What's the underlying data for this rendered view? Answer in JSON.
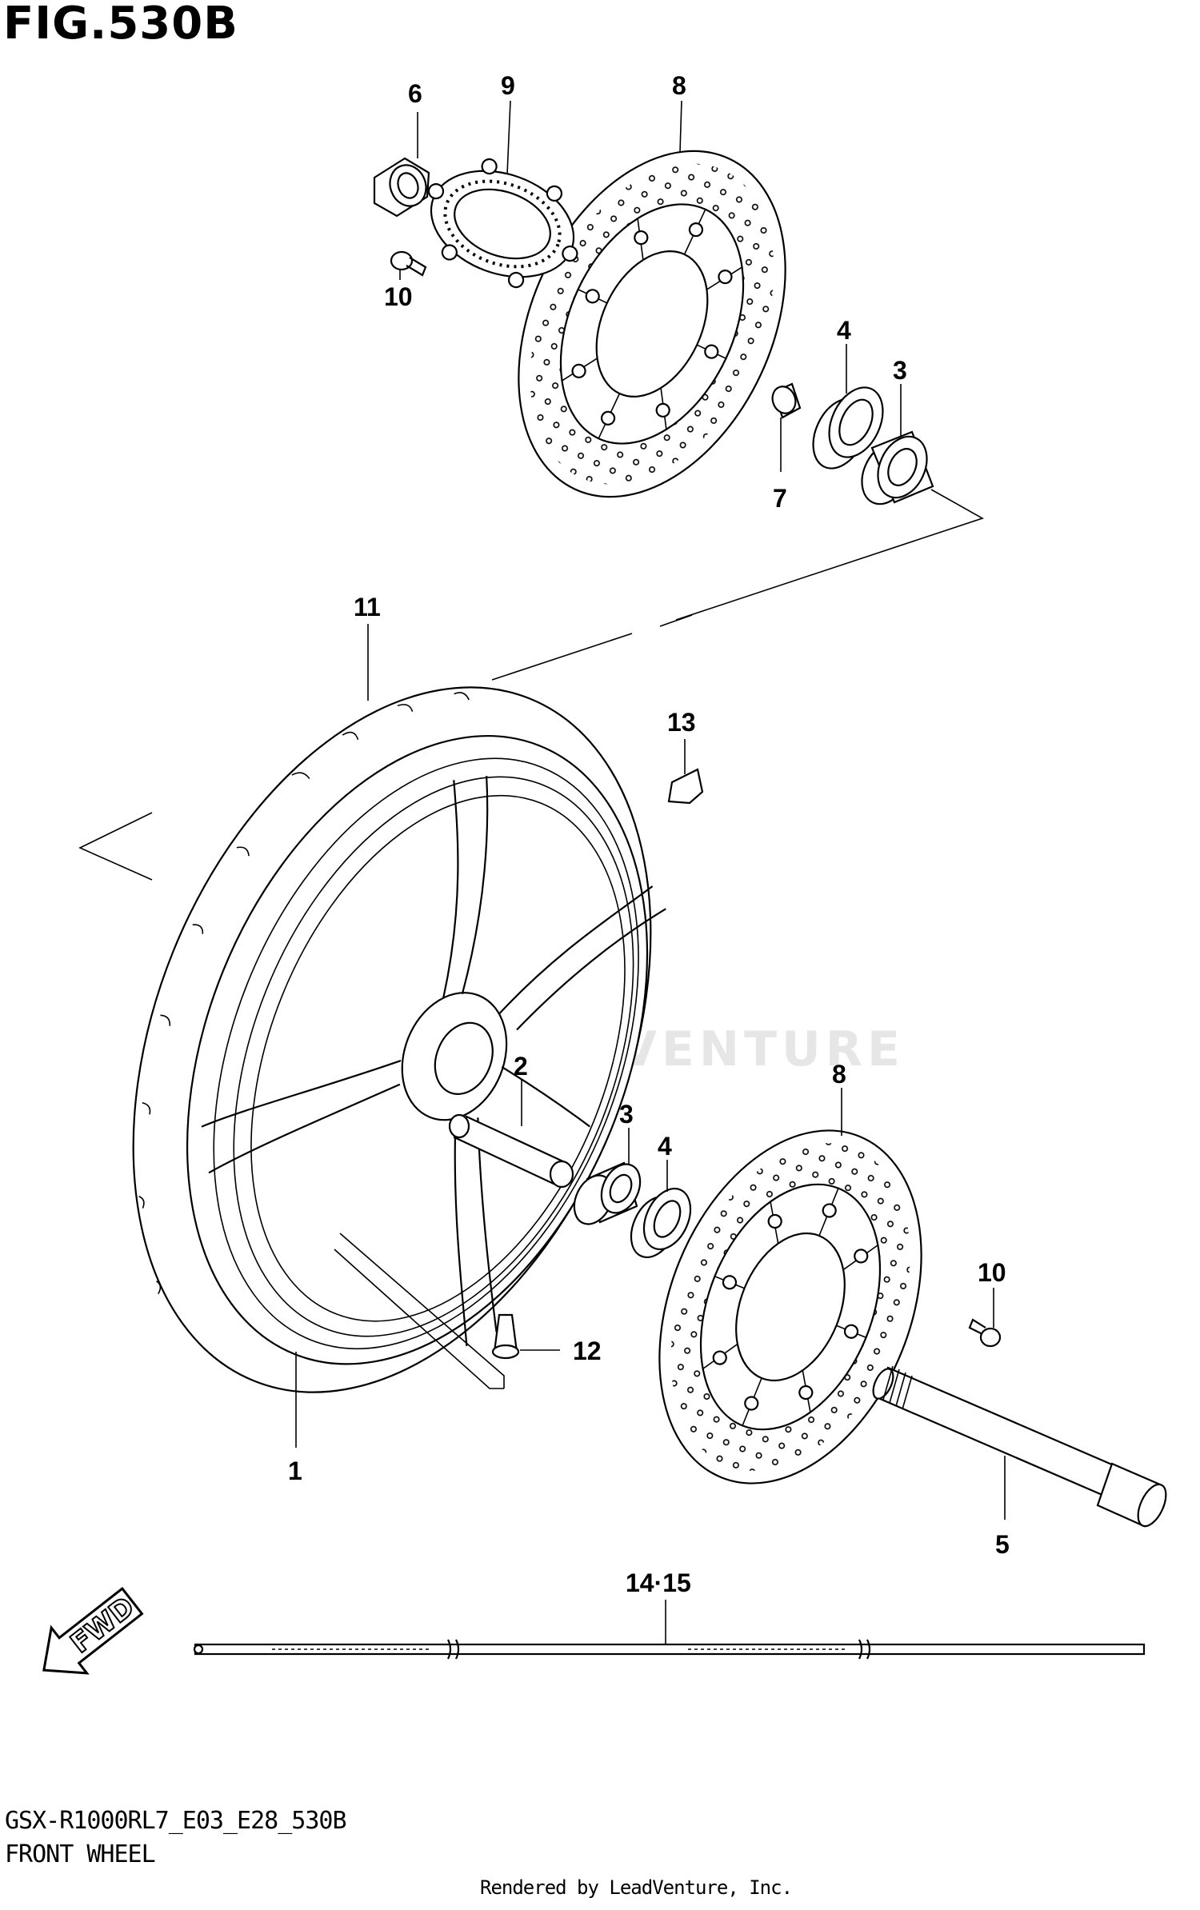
{
  "figure": {
    "title": "FIG.530B",
    "model_code": "GSX-R1000RL7_E03_E28_530B",
    "section_name": "FRONT WHEEL",
    "credit": "Rendered by LeadVenture, Inc.",
    "watermark": "LEADVENTURE",
    "direction_label": "FWD"
  },
  "callouts": [
    {
      "id": "c6",
      "label": "6"
    },
    {
      "id": "c9",
      "label": "9"
    },
    {
      "id": "c8a",
      "label": "8"
    },
    {
      "id": "c10a",
      "label": "10"
    },
    {
      "id": "c4a",
      "label": "4"
    },
    {
      "id": "c3a",
      "label": "3"
    },
    {
      "id": "c7",
      "label": "7"
    },
    {
      "id": "c11",
      "label": "11"
    },
    {
      "id": "c13",
      "label": "13"
    },
    {
      "id": "c2",
      "label": "2"
    },
    {
      "id": "c8b",
      "label": "8"
    },
    {
      "id": "c3b",
      "label": "3"
    },
    {
      "id": "c4b",
      "label": "4"
    },
    {
      "id": "c10b",
      "label": "10"
    },
    {
      "id": "c12",
      "label": "12"
    },
    {
      "id": "c1",
      "label": "1"
    },
    {
      "id": "c5",
      "label": "5"
    },
    {
      "id": "c14_15",
      "label": "14·15"
    }
  ]
}
